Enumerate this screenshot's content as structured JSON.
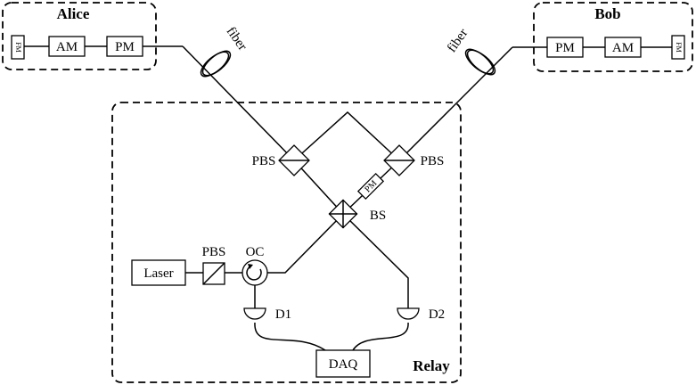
{
  "parties": {
    "alice": {
      "title": "Alice",
      "fm": "FM",
      "am": "AM",
      "pm": "PM"
    },
    "bob": {
      "title": "Bob",
      "fm": "FM",
      "am": "AM",
      "pm": "PM"
    },
    "relay": {
      "title": "Relay"
    }
  },
  "fiber_label": "fiber",
  "components": {
    "pbs_left": "PBS",
    "pbs_right": "PBS",
    "pm_small": "PM",
    "bs": "BS",
    "laser": "Laser",
    "pbs_laser": "PBS",
    "oc": "OC",
    "d1": "D1",
    "d2": "D2",
    "daq": "DAQ"
  }
}
